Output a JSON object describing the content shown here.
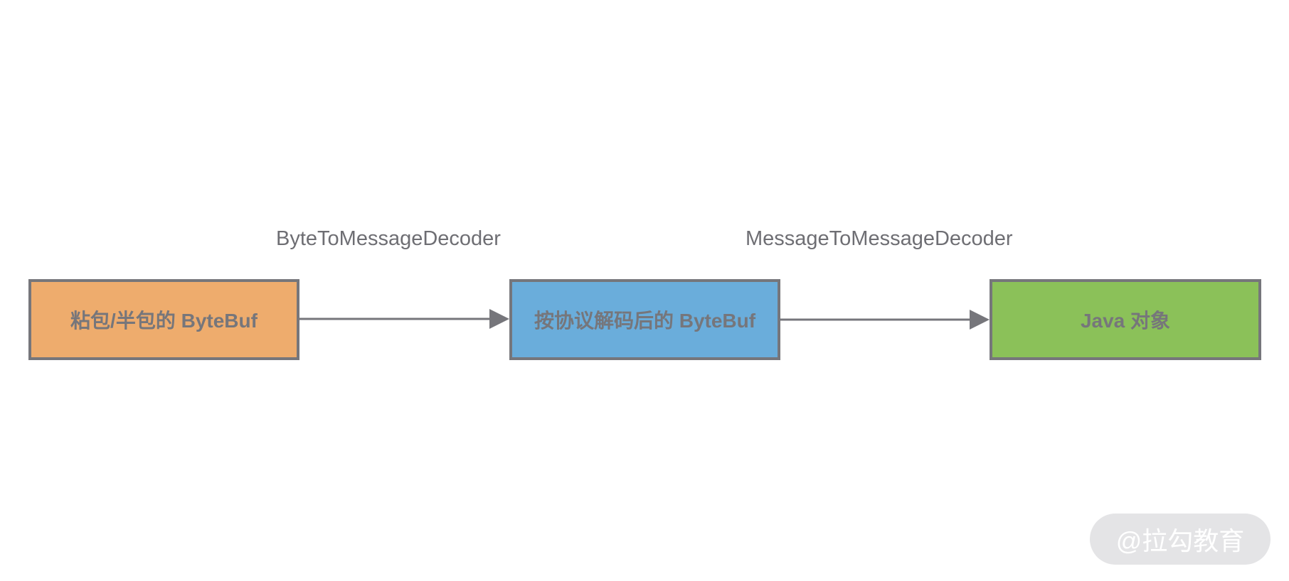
{
  "nodes": {
    "raw": {
      "label": "粘包/半包的 ByteBuf",
      "color": "#eeac6d"
    },
    "decoded": {
      "label": "按协议解码后的 ByteBuf",
      "color": "#6aaddb"
    },
    "object": {
      "label": "Java 对象",
      "color": "#8bc159"
    }
  },
  "edges": [
    {
      "from": "raw",
      "to": "decoded",
      "label": "ByteToMessageDecoder"
    },
    {
      "from": "decoded",
      "to": "object",
      "label": "MessageToMessageDecoder"
    }
  ],
  "colors": {
    "stroke": "#76767b",
    "text": "#76767b"
  },
  "watermark": "@拉勾教育"
}
